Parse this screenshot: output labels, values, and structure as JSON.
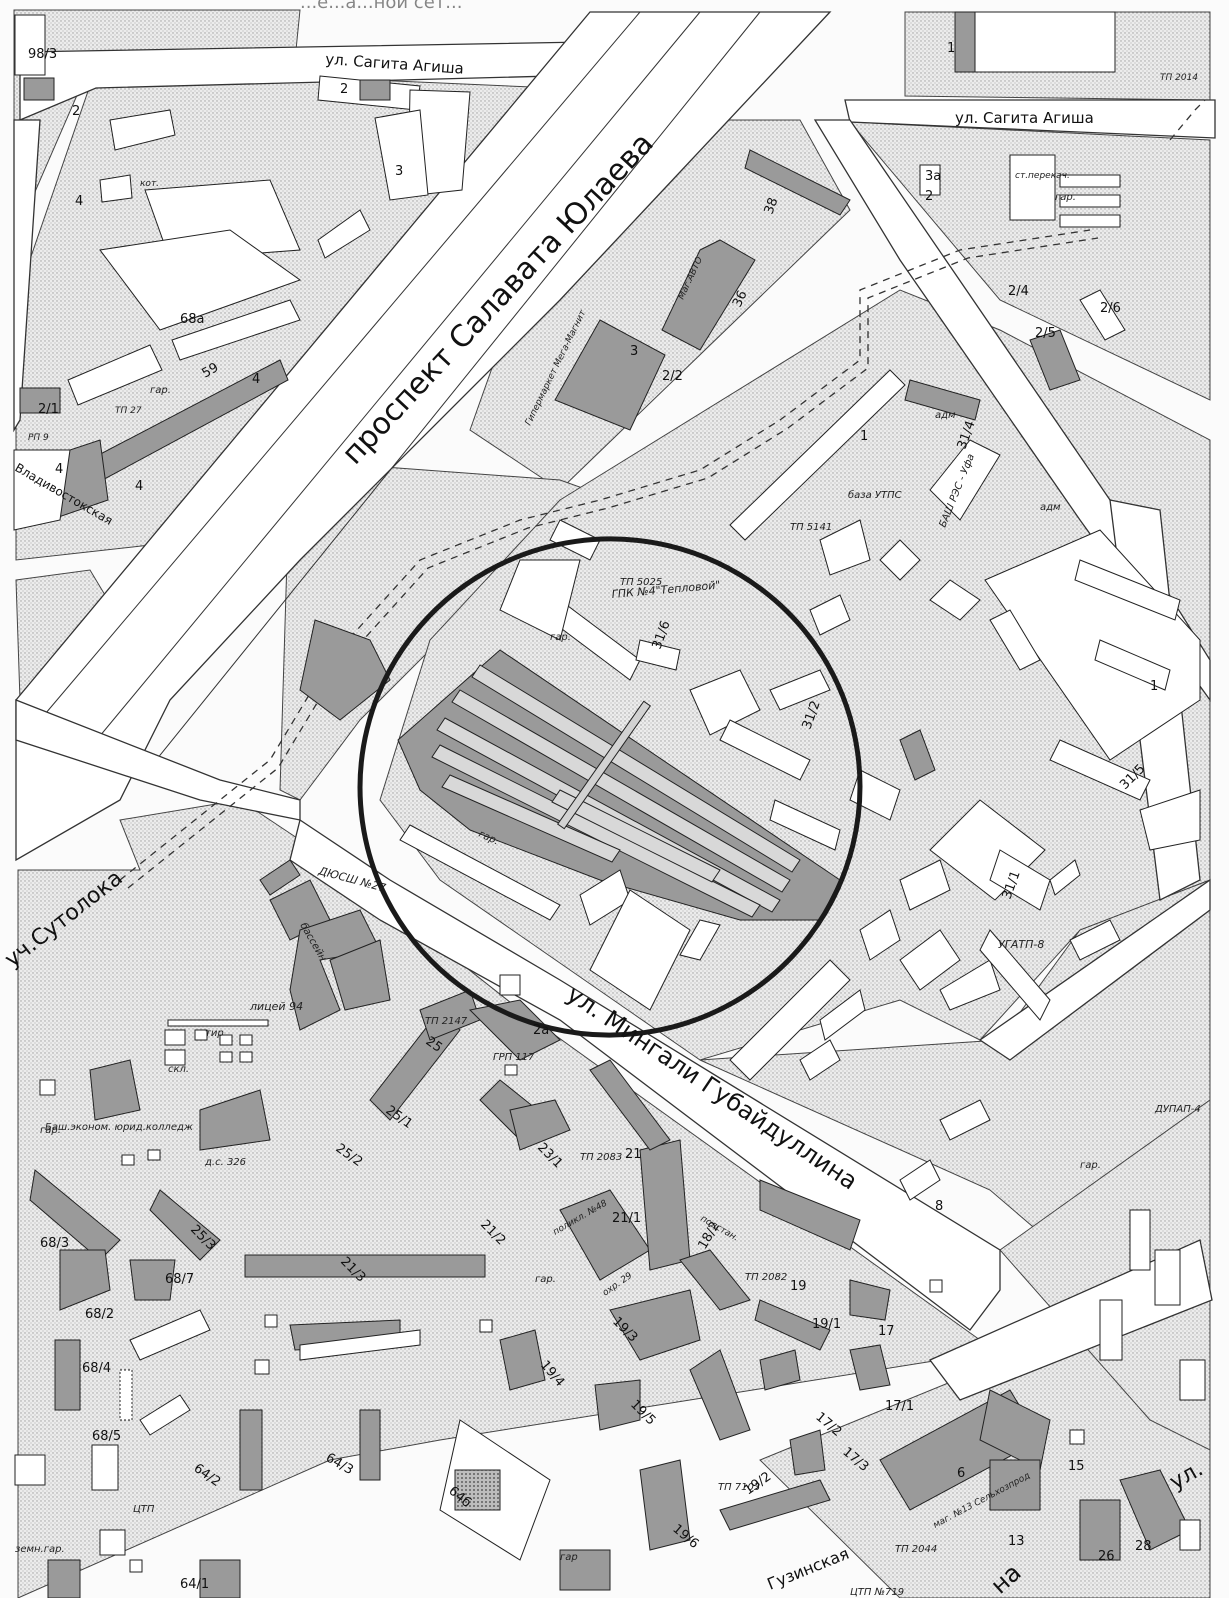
{
  "streets": {
    "sagita_agisha_1": "ул. Сагита Агиша",
    "sagita_agisha_2": "ул. Сагита Агиша",
    "salavata": "проспект Салавата Юлаева",
    "gubaydullina": "ул. Мингали Губайдуллина",
    "sutoloka": "уч.Сутолока",
    "vladivostok": "Владивостокская",
    "uzinskaya": "Гузинская",
    "ul_right": "ул.",
    "na": "на"
  },
  "bigtext_top": "...е...а...ной сет...",
  "labels": {
    "garage_cooperative": "ГПК №4\"Тепловой\"",
    "tp5025": "ТП 5025",
    "tp5141": "ТП 5141",
    "baza": "база УТПС",
    "bashrss": "БАШ РЭС - Уфа",
    "ugatp": "УГАТП-8",
    "dupap": "ДУПАП-4",
    "adm1": "адм",
    "adm2": "адм",
    "gar1": "гар.",
    "gar2": "гар.",
    "gar3": "гар.",
    "gar4": "гар.",
    "gar5": "гар.",
    "gar6": "гар.",
    "gar7": "гар.",
    "gar8": "гар",
    "bosh": "ДЮСШ №27",
    "boss": "бассейн",
    "lyceum": "лицей 94",
    "tir": "тир",
    "skl": "скл.",
    "college": "Баш.эконом. юрид.колледж",
    "ds": "д.с. 326",
    "grp": "ГРП 117",
    "tp2147": "ТП 2147",
    "tp2083": "ТП 2083",
    "tp2082": "ТП 2082",
    "tp7103": "ТП 7103",
    "tp2044": "ТП 2044",
    "tp2014": "ТП 2014",
    "tp719": "ЦТП №719",
    "ctp": "ЦТП",
    "polikl": "поликл. №48",
    "ohr": "охр. 29",
    "podst": "подстан.",
    "st_perekach": "ст.перекач.",
    "kot": "кот.",
    "tp27": "ТП 27",
    "rp9": "РП 9",
    "mag_auto": "Маг.АВТО",
    "hyper": "Гипермаркет Мега-Магнит",
    "vuz_label": "маг. №13 Сельхозпрод",
    "zemn_gar": "земн.гар."
  },
  "numbers": [
    "98/3",
    "1",
    "2",
    "3",
    "2",
    "68а",
    "59",
    "4",
    "2/1",
    "4",
    "4",
    "4",
    "38",
    "36",
    "3",
    "2/2",
    "2/4",
    "2/6",
    "2/5",
    "31/4",
    "1",
    "31/6",
    "31/2",
    "1",
    "31/5",
    "31/1",
    "3а",
    "2",
    "25",
    "25/1",
    "25/2",
    "25/3",
    "2а",
    "23/1",
    "21",
    "21/2",
    "21/1",
    "21/3",
    "68/3",
    "68/7",
    "68/2",
    "68/4",
    "68/5",
    "64/2",
    "64/3",
    "64/1",
    "19/3",
    "19/4",
    "19/5",
    "19/1",
    "19/2",
    "19",
    "17",
    "17/1",
    "17/2",
    "17/3",
    "19/6",
    "6",
    "15",
    "13",
    "26",
    "28",
    "8",
    "64б",
    "18/2"
  ]
}
